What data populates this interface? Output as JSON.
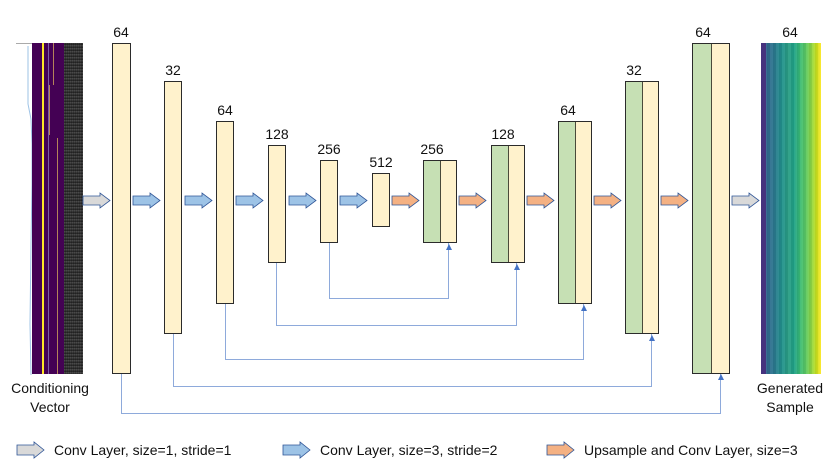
{
  "diagram": {
    "type": "U-Net generator architecture",
    "input": {
      "caption_line1": "Conditioning",
      "caption_line2": "Vector"
    },
    "output": {
      "caption_line1": "Generated",
      "caption_line2": "Sample",
      "size_label": "64"
    },
    "encoder": [
      {
        "label": "64"
      },
      {
        "label": "32"
      },
      {
        "label": "64"
      },
      {
        "label": "128"
      },
      {
        "label": "256"
      },
      {
        "label": "512"
      }
    ],
    "decoder": [
      {
        "label": "256"
      },
      {
        "label": "128"
      },
      {
        "label": "64"
      },
      {
        "label": "32"
      },
      {
        "label": "64"
      }
    ],
    "legend": [
      {
        "label": "Conv Layer, size=1, stride=1",
        "color": "#d9d9d9"
      },
      {
        "label": "Conv Layer, size=3, stride=2",
        "color": "#9dc3e6"
      },
      {
        "label": "Upsample and Conv Layer, size=3",
        "color": "#f4b183"
      }
    ],
    "colors": {
      "encoder_block": "#fff2cc",
      "skip_concat_block": "#c6e0b4",
      "skip_line": "#8eaadb",
      "arrow_outline": "#2f5597"
    }
  }
}
